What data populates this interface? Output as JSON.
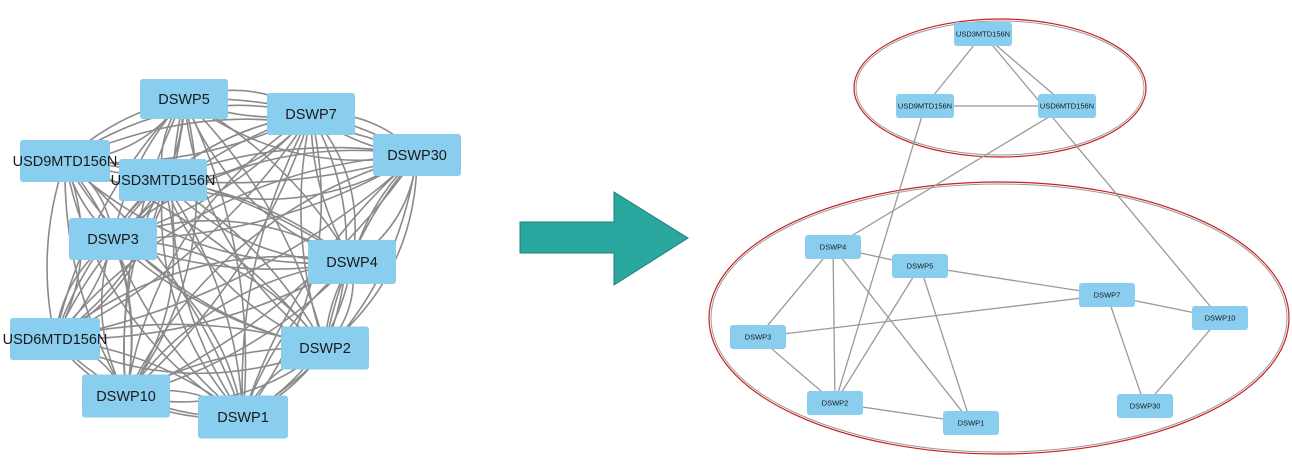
{
  "left": {
    "nodes": [
      "DSWP5",
      "DSWP7",
      "DSWP30",
      "USD9MTD156N",
      "USD3MTD156N",
      "DSWP3",
      "DSWP4",
      "USD6MTD156N",
      "DSWP2",
      "DSWP10",
      "DSWP1"
    ],
    "edges": [
      [
        0,
        1
      ],
      [
        0,
        2
      ],
      [
        0,
        3
      ],
      [
        0,
        4
      ],
      [
        0,
        5
      ],
      [
        0,
        6
      ],
      [
        0,
        7
      ],
      [
        0,
        8
      ],
      [
        0,
        9
      ],
      [
        0,
        10
      ],
      [
        1,
        2
      ],
      [
        1,
        3
      ],
      [
        1,
        4
      ],
      [
        1,
        5
      ],
      [
        1,
        6
      ],
      [
        1,
        7
      ],
      [
        1,
        8
      ],
      [
        1,
        9
      ],
      [
        1,
        10
      ],
      [
        2,
        3
      ],
      [
        2,
        4
      ],
      [
        2,
        5
      ],
      [
        2,
        6
      ],
      [
        2,
        7
      ],
      [
        2,
        8
      ],
      [
        2,
        9
      ],
      [
        2,
        10
      ],
      [
        3,
        4
      ],
      [
        3,
        5
      ],
      [
        3,
        6
      ],
      [
        3,
        7
      ],
      [
        3,
        8
      ],
      [
        3,
        9
      ],
      [
        3,
        10
      ],
      [
        4,
        5
      ],
      [
        4,
        6
      ],
      [
        4,
        7
      ],
      [
        4,
        8
      ],
      [
        4,
        9
      ],
      [
        4,
        10
      ],
      [
        5,
        6
      ],
      [
        5,
        7
      ],
      [
        5,
        8
      ],
      [
        5,
        9
      ],
      [
        5,
        10
      ],
      [
        6,
        7
      ],
      [
        6,
        8
      ],
      [
        6,
        9
      ],
      [
        6,
        10
      ],
      [
        7,
        8
      ],
      [
        7,
        9
      ],
      [
        7,
        10
      ],
      [
        8,
        9
      ],
      [
        8,
        10
      ],
      [
        9,
        10
      ]
    ]
  },
  "right": {
    "nodes": [
      "USD3MTD156N",
      "USD9MTD156N",
      "USD6MTD156N",
      "DSWP4",
      "DSWP5",
      "DSWP7",
      "DSWP10",
      "DSWP3",
      "DSWP2",
      "DSWP1",
      "DSWP30"
    ],
    "edges": [
      [
        0,
        1
      ],
      [
        0,
        2
      ],
      [
        1,
        2
      ],
      [
        0,
        6
      ],
      [
        1,
        8
      ],
      [
        2,
        3
      ],
      [
        3,
        4
      ],
      [
        3,
        7
      ],
      [
        3,
        8
      ],
      [
        3,
        9
      ],
      [
        4,
        5
      ],
      [
        4,
        8
      ],
      [
        4,
        9
      ],
      [
        7,
        5
      ],
      [
        7,
        8
      ],
      [
        8,
        9
      ],
      [
        5,
        6
      ],
      [
        5,
        10
      ],
      [
        6,
        10
      ]
    ]
  },
  "colors": {
    "node_fill": "#89cdef",
    "edge_left": "#8a8a8a",
    "edge_right": "#9a9a9a",
    "arrow_fill": "#2aa79f",
    "arrow_stroke": "#1f7e78",
    "cluster_outline": "#cc1f1f",
    "cluster_shadow": "#9a9a9a"
  }
}
